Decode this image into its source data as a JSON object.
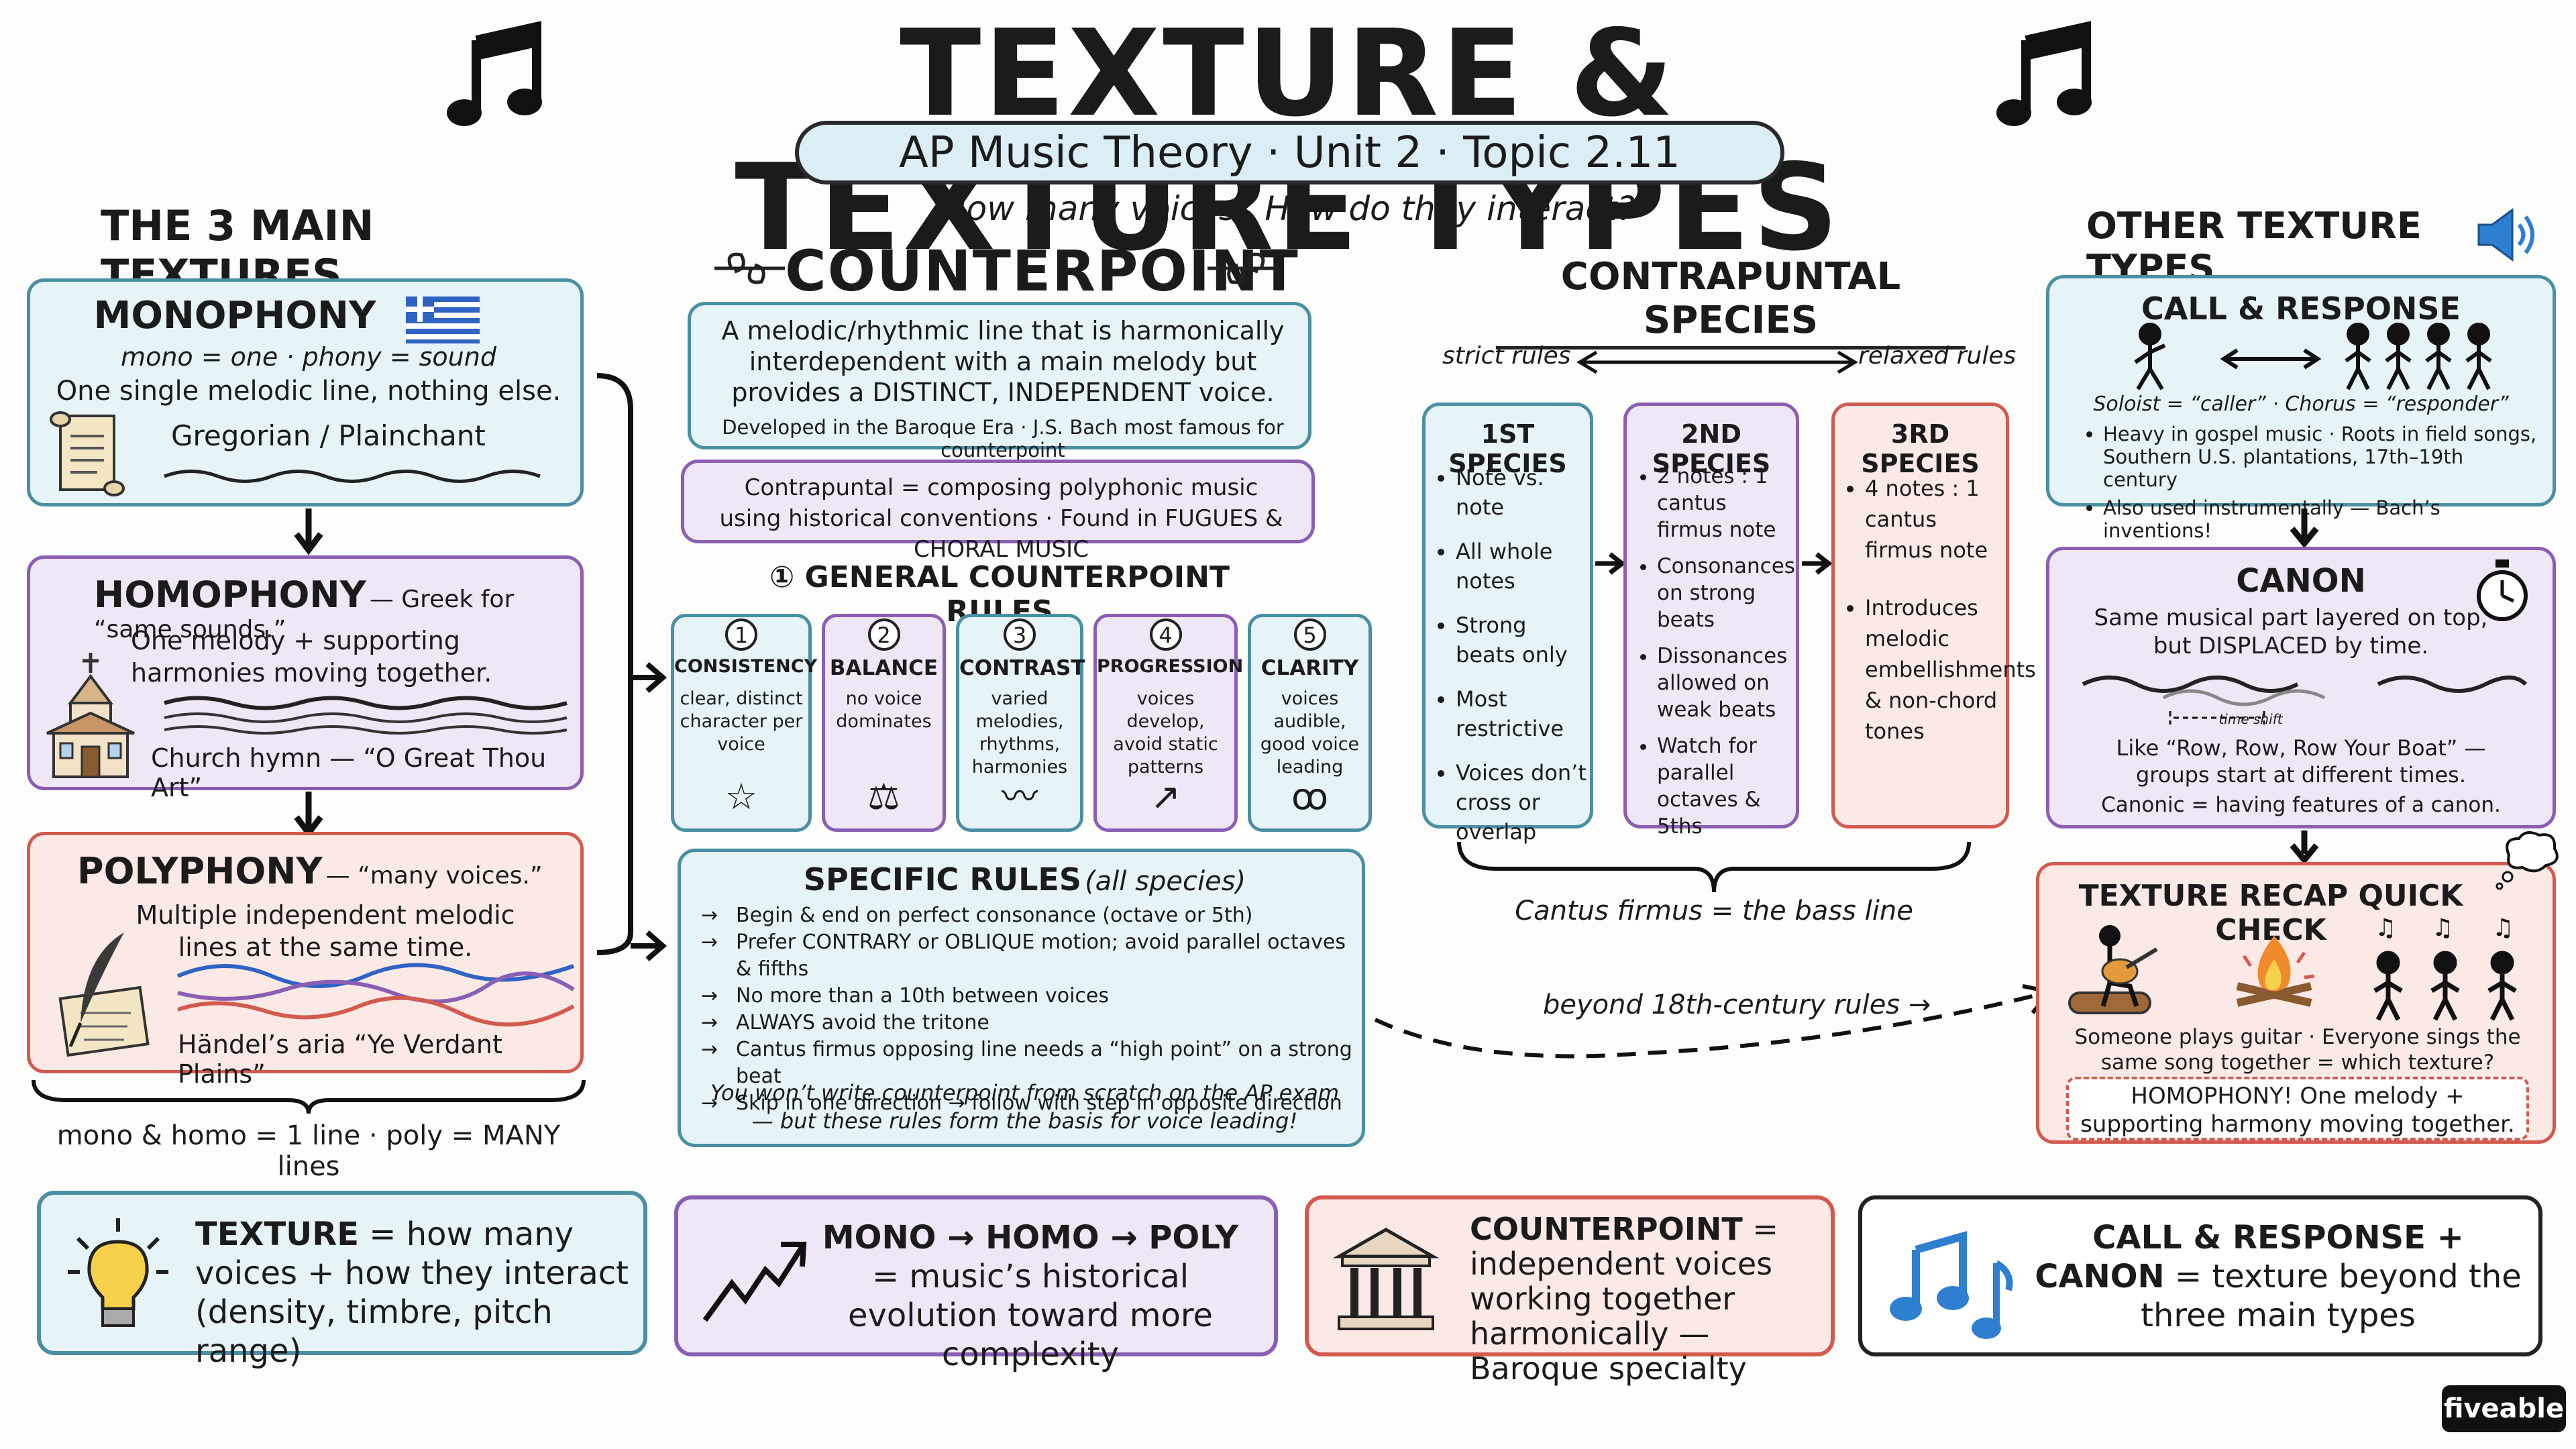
{
  "title": "TEXTURE & TEXTURE TYPES",
  "subtitle": "AP Music Theory · Unit 2 · Topic 2.11",
  "tagline": "How many voices?  How do they interact?",
  "main_textures": {
    "heading": "THE 3 MAIN TEXTURES",
    "monophony": {
      "title": "MONOPHONY",
      "etym": "mono = one · phony = sound",
      "desc": "One single melodic line, nothing else.",
      "example": "Gregorian / Plainchant"
    },
    "homophony": {
      "title": "HOMOPHONY",
      "etym": "— Greek for “same sounds.”",
      "desc": "One melody + supporting harmonies moving together.",
      "example": "Church hymn — “O Great Thou Art”"
    },
    "polyphony": {
      "title": "POLYPHONY",
      "etym": "— “many voices.”",
      "desc": "Multiple independent melodic lines at the same time.",
      "example": "Händel’s aria “Ye Verdant Plains”"
    },
    "summary": "mono & homo = 1 line  ·  poly = MANY lines"
  },
  "counterpoint": {
    "heading": "COUNTERPOINT",
    "definition": "A melodic/rhythmic line that is harmonically interdependent with a main melody but provides a DISTINCT, INDEPENDENT voice.",
    "note": "Developed in the Baroque Era · J.S. Bach most famous for counterpoint",
    "contrapuntal": "Contrapuntal = composing polyphonic music using historical conventions · Found in FUGUES & CHORAL MUSIC",
    "rules_heading": "① GENERAL COUNTERPOINT RULES",
    "rules": [
      {
        "num": "1",
        "title": "CONSISTENCY",
        "desc": "clear, distinct character per voice"
      },
      {
        "num": "2",
        "title": "BALANCE",
        "desc": "no voice dominates"
      },
      {
        "num": "3",
        "title": "CONTRAST",
        "desc": "varied melodies, rhythms, harmonies"
      },
      {
        "num": "4",
        "title": "PROGRESSION",
        "desc": "voices develop, avoid static patterns"
      },
      {
        "num": "5",
        "title": "CLARITY",
        "desc": "voices audible, good voice leading"
      }
    ],
    "specific_heading": "SPECIFIC RULES",
    "specific_sub": "(all species)",
    "specific_rules": [
      "Begin & end on perfect consonance (octave or 5th)",
      "Prefer CONTRARY or OBLIQUE motion; avoid parallel octaves & fifths",
      "No more than a 10th between voices",
      "ALWAYS avoid the tritone",
      "Cantus firmus opposing line needs a “high point” on a strong beat",
      "Skip in one direction → follow with step in opposite direction"
    ],
    "specific_footer": "You won’t write counterpoint from scratch on the AP exam — but these rules form the basis for voice leading!"
  },
  "species": {
    "heading": "CONTRAPUNTAL SPECIES",
    "strict": "strict rules",
    "relaxed": "relaxed rules",
    "first": {
      "title": "1ST SPECIES",
      "items": [
        "Note vs. note",
        "All whole notes",
        "Strong beats only",
        "Most restrictive",
        "Voices don’t cross or overlap"
      ]
    },
    "second": {
      "title": "2ND SPECIES",
      "items": [
        "2 notes : 1 cantus firmus note",
        "Consonances on strong beats",
        "Dissonances allowed on weak beats",
        "Watch for parallel octaves & 5ths"
      ]
    },
    "third": {
      "title": "3RD SPECIES",
      "items": [
        "4 notes : 1 cantus firmus note",
        "Introduces melodic embellishments & non-chord tones"
      ]
    },
    "cantus": "Cantus firmus = the bass line",
    "beyond": "beyond 18th-century rules →"
  },
  "other": {
    "heading": "OTHER TEXTURE TYPES",
    "call": {
      "title": "CALL & RESPONSE",
      "roles": "Soloist = “caller” · Chorus = “responder”",
      "bullets": [
        "Heavy in gospel music · Roots in field songs, Southern U.S. plantations, 17th–19th century",
        "Also used instrumentally — Bach’s inventions!"
      ]
    },
    "canon": {
      "title": "CANON",
      "desc": "Same musical part layered on top, but DISPLACED by time.",
      "time_shift": "time shift",
      "example": "Like “Row, Row, Row Your Boat” — groups start at different times.",
      "canonic": "Canonic = having features of a canon."
    },
    "quiz": {
      "title": "TEXTURE RECAP QUICK CHECK",
      "question": "Someone plays guitar · Everyone sings the same song together = which texture?",
      "answer": "HOMOPHONY! One melody + supporting harmony moving together."
    }
  },
  "footer_cards": [
    {
      "bold": "TEXTURE",
      "text": "= how many voices + how they interact (density, timbre, pitch range)"
    },
    {
      "bold": "MONO → HOMO → POLY",
      "text": "= music’s historical evolution toward more complexity"
    },
    {
      "bold": "COUNTERPOINT",
      "text": "= independent voices working together harmonically — Baroque specialty"
    },
    {
      "bold": "CALL & RESPONSE + CANON",
      "text": "= texture beyond the three main types"
    }
  ],
  "brand": "fiveable",
  "colors": {
    "blue": "#4a8fa3",
    "purple": "#8a5fb3",
    "red": "#d35a4f",
    "accent_blue": "#2f7fd0"
  }
}
